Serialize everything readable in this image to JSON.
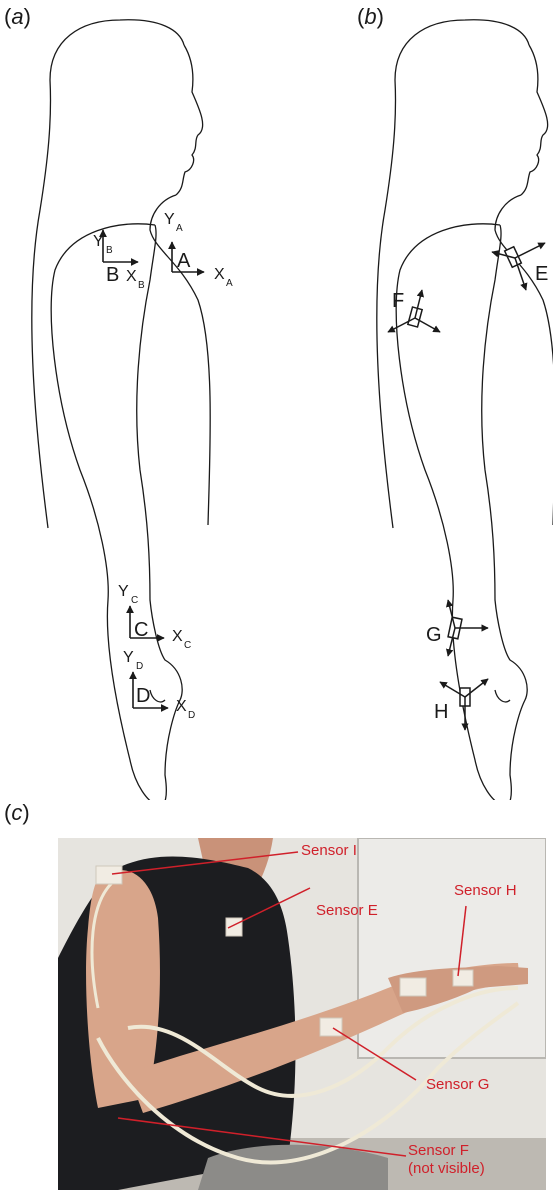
{
  "panels": {
    "a": {
      "open": "(",
      "letter": "a",
      "close": ")"
    },
    "b": {
      "open": "(",
      "letter": "b",
      "close": ")"
    },
    "c": {
      "open": "(",
      "letter": "c",
      "close": ")"
    }
  },
  "sensors_a": [
    {
      "id": "A",
      "x_axis": "X",
      "y_axis": "Y",
      "sub": "A"
    },
    {
      "id": "B",
      "x_axis": "X",
      "y_axis": "Y",
      "sub": "B"
    },
    {
      "id": "C",
      "x_axis": "X",
      "y_axis": "Y",
      "sub": "C"
    },
    {
      "id": "D",
      "x_axis": "X",
      "y_axis": "Y",
      "sub": "D"
    }
  ],
  "sensors_b": [
    "E",
    "F",
    "G",
    "H"
  ],
  "photo_labels": {
    "sensor_i": "Sensor I",
    "sensor_e": "Sensor E",
    "sensor_h": "Sensor H",
    "sensor_g": "Sensor G",
    "sensor_f_line1": "Sensor F",
    "sensor_f_line2": "(not visible)"
  },
  "colors": {
    "outline": "#1a1a1a",
    "label_red": "#d0202a",
    "wall": "#e6e4df",
    "skin": "#d8a58a",
    "shirt": "#1c1d20",
    "cable": "#efe9d6"
  }
}
